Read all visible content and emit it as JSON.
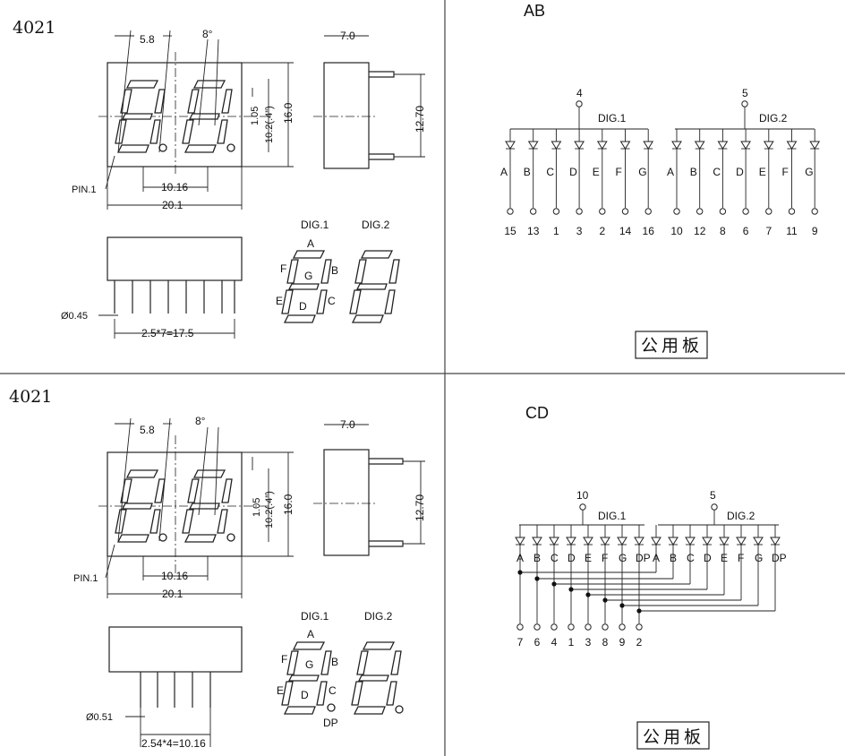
{
  "top_left": {
    "part_number": "4021",
    "dims": {
      "seg_width": "5.8",
      "angle": "8°",
      "depth": "7.0",
      "height": "16.0",
      "digit_h": "10.2(.4\")",
      "seg_gap": "1.05",
      "pin_row": "12.70",
      "pitch": "10.16",
      "width": "20.1",
      "pin_label": "PIN.1",
      "pin_dia": "Ø0.45",
      "pin_span": "2.5*7=17.5"
    },
    "digits": {
      "dig1": "DIG.1",
      "dig2": "DIG.2",
      "seg_a": "A",
      "seg_b": "B",
      "seg_c": "C",
      "seg_d": "D",
      "seg_e": "E",
      "seg_f": "F",
      "seg_g": "G"
    }
  },
  "bottom_left": {
    "part_number": "4021",
    "dims": {
      "seg_width": "5.8",
      "angle": "8°",
      "depth": "7.0",
      "height": "16.0",
      "digit_h": "10.2(.4\")",
      "seg_gap": "1.05",
      "pin_row": "12.70",
      "pitch": "10.16",
      "width": "20.1",
      "pin_label": "PIN.1",
      "pin_dia": "Ø0.51",
      "pin_span": "2.54*4=10.16"
    },
    "digits": {
      "dig1": "DIG.1",
      "dig2": "DIG.2",
      "seg_a": "A",
      "seg_b": "B",
      "seg_c": "C",
      "seg_d": "D",
      "seg_e": "E",
      "seg_f": "F",
      "seg_g": "G",
      "seg_dp": "DP"
    }
  },
  "ab": {
    "title": "AB",
    "dig1": {
      "label": "DIG.1",
      "common_pin": "4",
      "segments": [
        "A",
        "B",
        "C",
        "D",
        "E",
        "F",
        "G"
      ],
      "pins": [
        "15",
        "13",
        "1",
        "3",
        "2",
        "14",
        "16"
      ]
    },
    "dig2": {
      "label": "DIG.2",
      "common_pin": "5",
      "segments": [
        "A",
        "B",
        "C",
        "D",
        "E",
        "F",
        "G"
      ],
      "pins": [
        "10",
        "12",
        "8",
        "6",
        "7",
        "11",
        "9"
      ]
    },
    "stamp": "公用板"
  },
  "cd": {
    "title": "CD",
    "dig1": {
      "label": "DIG.1",
      "common_pin": "10",
      "segments": [
        "A",
        "B",
        "C",
        "D",
        "E",
        "F",
        "G",
        "DP"
      ]
    },
    "dig2": {
      "label": "DIG.2",
      "common_pin": "5",
      "segments": [
        "A",
        "B",
        "C",
        "D",
        "E",
        "F",
        "G",
        "DP"
      ]
    },
    "pins": [
      "7",
      "6",
      "4",
      "1",
      "3",
      "8",
      "9",
      "2"
    ],
    "stamp": "公用板"
  }
}
